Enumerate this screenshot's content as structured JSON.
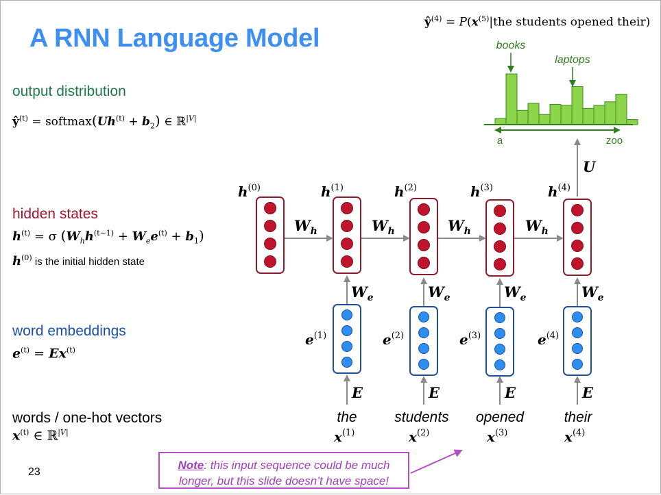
{
  "slide": {
    "title": "A RNN Language Model",
    "page_number": "23"
  },
  "sections": {
    "output": {
      "label": "output distribution",
      "formula": "ŷ(t) = softmax(U h(t) + b2) ∈ ℝ|V|"
    },
    "hidden": {
      "label": "hidden states",
      "formula": "h(t) = σ(Wh h(t−1) + We e(t) + b1)",
      "note_math": "h(0)",
      "note_text": " is the initial hidden state"
    },
    "embeddings": {
      "label": "word embeddings",
      "formula": "e(t) = E x(t)"
    },
    "words": {
      "label": "words / one-hot vectors",
      "formula": "x(t) ∈ ℝ|V|"
    }
  },
  "top_formula": "ŷ(4) = P(x(5) | the students opened their)",
  "histogram": {
    "labels": {
      "left_word": "books",
      "right_word": "laptops",
      "axis_start": "a",
      "axis_end": "zoo"
    },
    "values": [
      0.12,
      1.0,
      0.28,
      0.42,
      0.2,
      0.4,
      0.38,
      0.75,
      0.32,
      0.38,
      0.45,
      0.6,
      0.1
    ],
    "bar_color": "#8cd44a",
    "bar_border": "#3c8a1e"
  },
  "network": {
    "hidden_labels": [
      "h(0)",
      "h(1)",
      "h(2)",
      "h(3)",
      "h(4)"
    ],
    "embedding_labels": [
      "e(1)",
      "e(2)",
      "e(3)",
      "e(4)"
    ],
    "recurrent_weight": "Wh",
    "embedding_weight": "We",
    "embedding_matrix": "E",
    "output_matrix": "U",
    "input_words": [
      "the",
      "students",
      "opened",
      "their"
    ],
    "input_vectors": [
      "x(1)",
      "x(2)",
      "x(3)",
      "x(4)"
    ],
    "hidden_color": "#c0142c",
    "embedding_color": "#2d8ef0"
  },
  "note": {
    "label": "Note",
    "text": ": this input sequence could be much longer, but this slide doesn’t have space!"
  }
}
